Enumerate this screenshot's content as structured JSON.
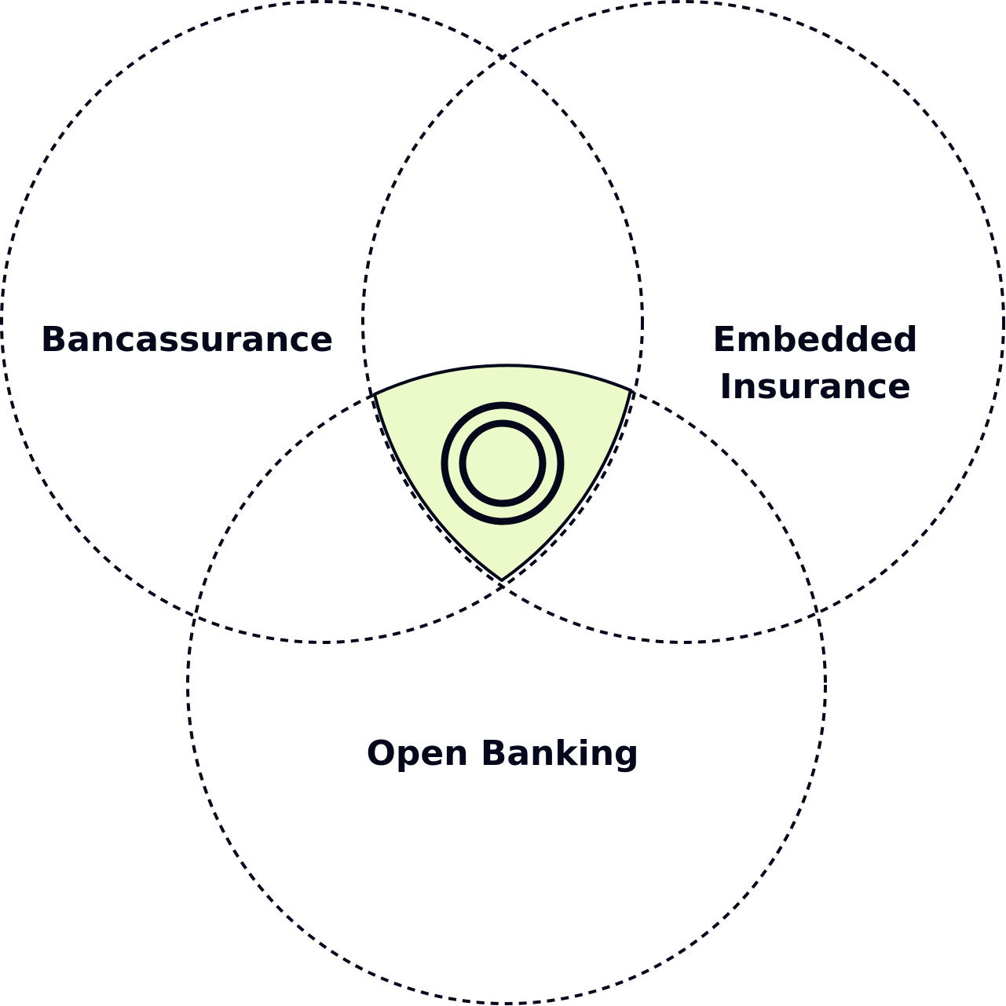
{
  "diagram": {
    "type": "venn",
    "sets": [
      {
        "label": "Bancassurance"
      },
      {
        "label": "Embedded Insurance",
        "lines": [
          "Embedded",
          "Insurance"
        ]
      },
      {
        "label": "Open Banking"
      }
    ],
    "center_icon": "concentric-circles-icon",
    "colors": {
      "stroke": "#05081A",
      "highlight": "#EBFAC8",
      "background": "#FFFFFF"
    }
  }
}
